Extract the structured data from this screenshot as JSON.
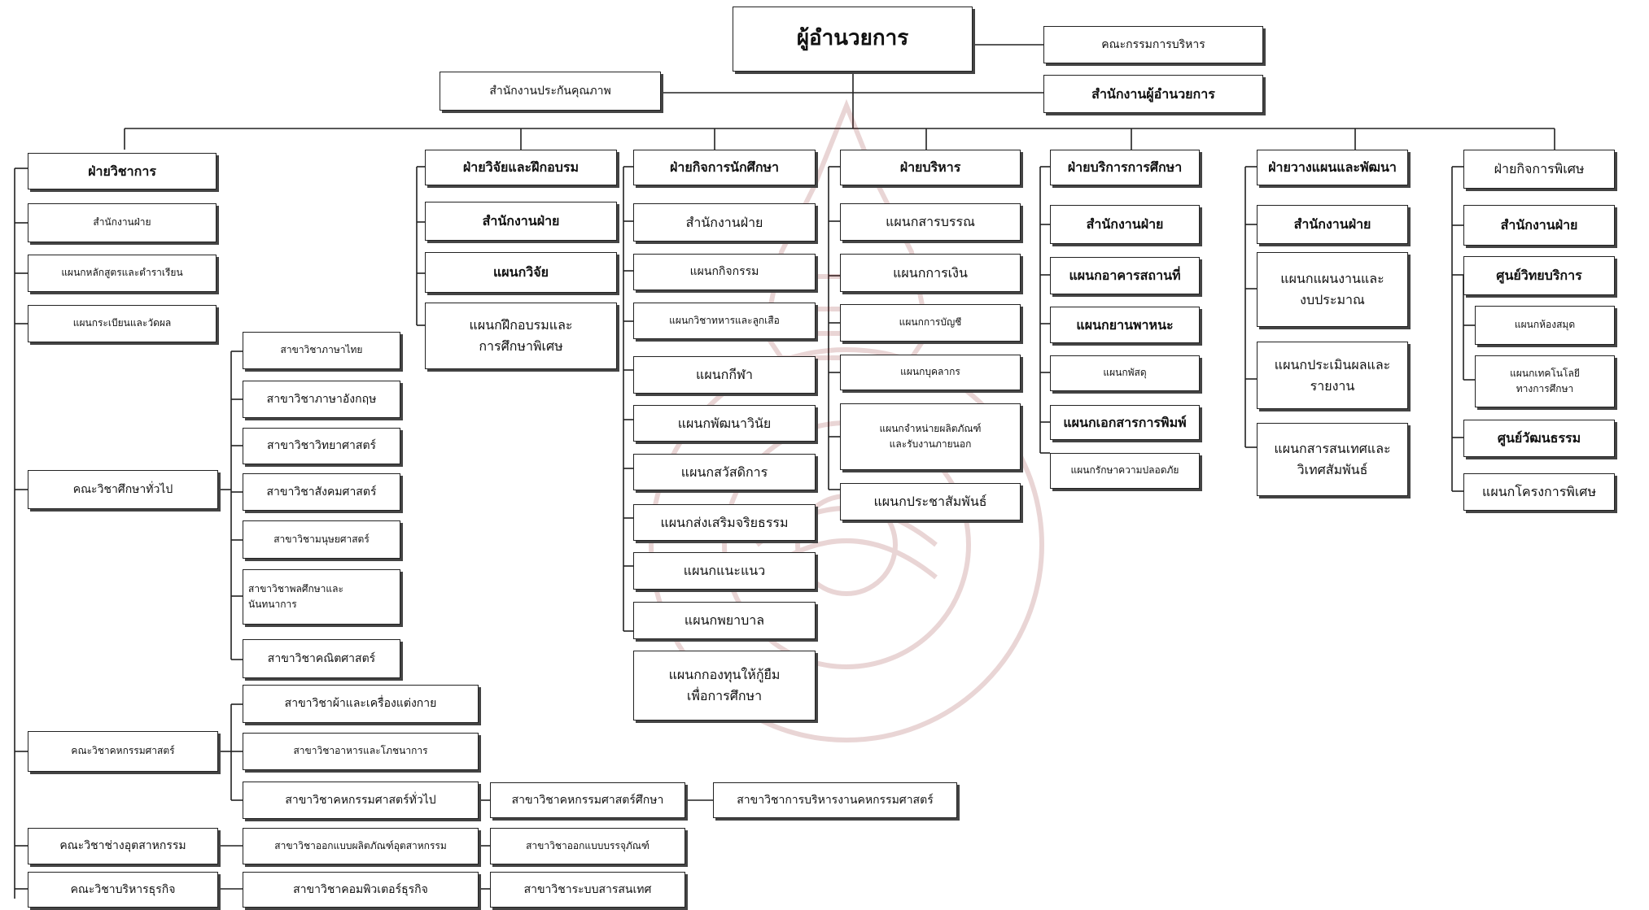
{
  "top": {
    "director": "ผู้อำนวยการ",
    "board": "คณะกรรมการบริหาร",
    "quality_office": "สำนักงานประกันคุณภาพ",
    "director_office": "สำนักงานผู้อำนวยการ"
  },
  "academic": {
    "head": "ฝ่ายวิชาการ",
    "items": [
      "สำนักงานฝ่าย",
      "แผนกหลักสูตรและตำราเรียน",
      "แผนกระเบียนและวัดผล"
    ],
    "faculty_general": "คณะวิชาศึกษาทั่วไป",
    "general_subjects": [
      "สาขาวิชาภาษาไทย",
      "สาขาวิชาภาษาอังกฤษ",
      "สาขาวิชาวิทยาศาสตร์",
      "สาขาวิชาสังคมศาสตร์",
      "สาขาวิชามนุษยศาสตร์",
      "สาขาวิชาพลศึกษาและ\nนันทนาการ",
      "สาขาวิชาคณิตศาสตร์"
    ],
    "faculty_home_econ": "คณะวิชาคหกรรมศาสตร์",
    "home_econ_subjects": [
      "สาขาวิชาผ้าและเครื่องแต่งกาย",
      "สาขาวิชาอาหารและโภชนาการ",
      "สาขาวิชาคหกรรมศาสตร์ทั่วไป"
    ],
    "home_econ_education": "สาขาวิชาคหกรรมศาสตร์ศึกษา",
    "home_econ_admin": "สาขาวิชาการบริหารงานคหกรรมศาสตร์",
    "faculty_industrial": "คณะวิชาช่างอุตสาหกรรม",
    "industrial_design": "สาขาวิชาออกแบบผลิตภัณฑ์อุตสาหกรรม",
    "packaging_design": "สาขาวิชาออกแบบบรรจุภัณฑ์",
    "faculty_business": "คณะวิชาบริหารธุรกิจ",
    "business_computer": "สาขาวิชาคอมพิวเตอร์ธุรกิจ",
    "information_systems": "สาขาวิชาระบบสารสนเทศ"
  },
  "research": {
    "head": "ฝ่ายวิจัยและฝึกอบรม",
    "items": [
      "สำนักงานฝ่าย",
      "แผนกวิจัย",
      "แผนกฝึกอบรมและ\nการศึกษาพิเศษ"
    ]
  },
  "student_affairs": {
    "head": "ฝ่ายกิจการนักศึกษา",
    "items": [
      "สำนักงานฝ่าย",
      "แผนกกิจกรรม",
      "แผนกวิชาทหารและลูกเสือ",
      "แผนกกีฬา",
      "แผนกพัฒนาวินัย",
      "แผนกสวัสดิการ",
      "แผนกส่งเสริมจริยธรรม",
      "แผนกแนะแนว",
      "แผนกพยาบาล",
      "แผนกกองทุนให้กู้ยืม\nเพื่อการศึกษา"
    ]
  },
  "administration": {
    "head": "ฝ่ายบริหาร",
    "items": [
      "แผนกสารบรรณ",
      "แผนกการเงิน",
      "แผนกการบัญชี",
      "แผนกบุคลากร",
      "แผนกจำหน่ายผลิตภัณฑ์\nและรับงานภายนอก",
      "แผนกประชาสัมพันธ์"
    ]
  },
  "education_services": {
    "head": "ฝ่ายบริการการศึกษา",
    "items": [
      "สำนักงานฝ่าย",
      "แผนกอาคารสถานที่",
      "แผนกยานพาหนะ",
      "แผนกพัสดุ",
      "แผนกเอกสารการพิมพ์",
      "แผนกรักษาความปลอดภัย"
    ]
  },
  "planning": {
    "head": "ฝ่ายวางแผนและพัฒนา",
    "items": [
      "สำนักงานฝ่าย",
      "แผนกแผนงานและ\nงบประมาณ",
      "แผนกประเมินผลและ\nรายงาน",
      "แผนกสารสนเทศและ\nวิเทศสัมพันธ์"
    ]
  },
  "special_affairs": {
    "head": "ฝ่ายกิจการพิเศษ",
    "items": [
      "สำนักงานฝ่าย",
      "ศูนย์วิทยบริการ",
      "แผนกห้องสมุด",
      "แผนกเทคโนโลยี\nทางการศึกษา",
      "ศูนย์วัฒนธรรม",
      "แผนกโครงการพิเศษ"
    ]
  },
  "colors": {
    "line": "#222222",
    "box_border": "#222222",
    "watermark": "#8a1c1c"
  }
}
